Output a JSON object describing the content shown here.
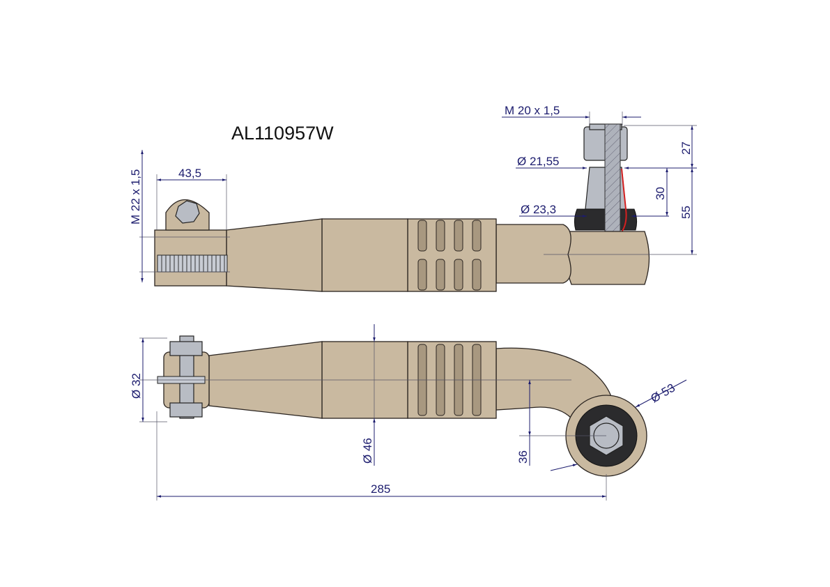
{
  "title": "AL110957W",
  "top_view": {
    "dims": {
      "thread_stud": "M  20  x 1,5",
      "dia_21_55": "Ø  21,55",
      "dia_23_3": "Ø  23,3",
      "h27": "27",
      "h30": "30",
      "h55": "55",
      "clamp_len": "43,5",
      "thread_tube": "M 22 x 1,5"
    }
  },
  "bottom_view": {
    "dims": {
      "dia32": "Ø  32",
      "dia46": "Ø  46",
      "h36": "36",
      "dia53": "Ø  53",
      "length": "285"
    }
  },
  "colors": {
    "dimension": "#1c1c6e",
    "body": "#c9b9a0",
    "section_line": "#d42020"
  }
}
